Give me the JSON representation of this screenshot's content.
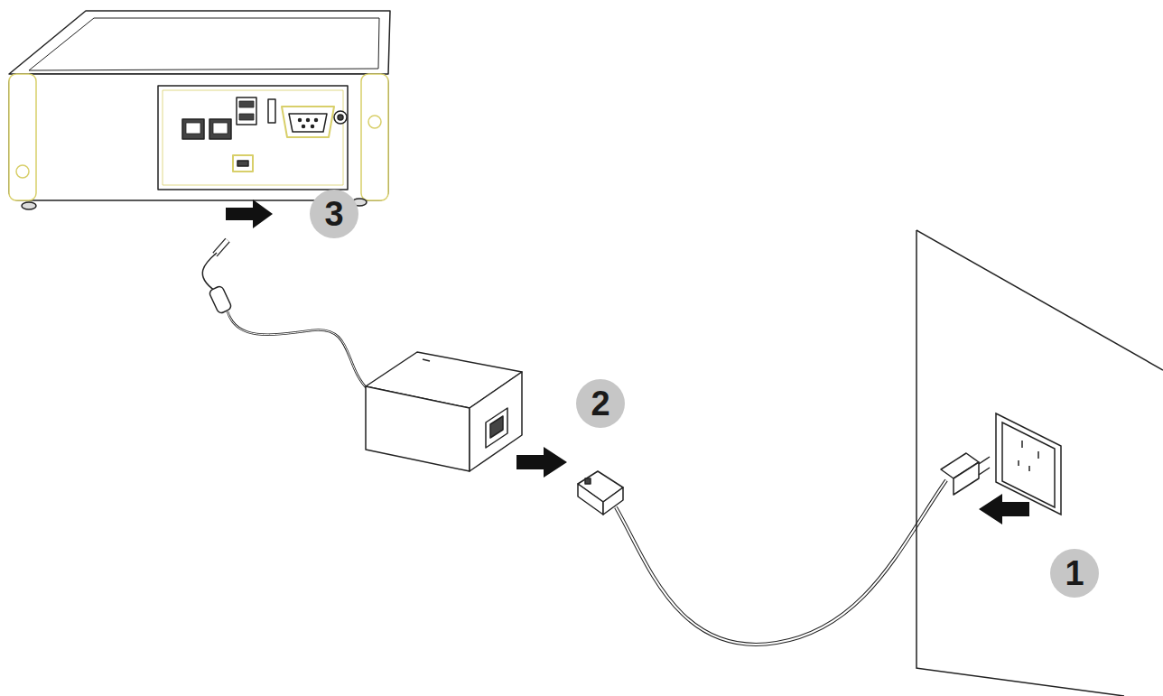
{
  "diagram": {
    "nodes": [
      {
        "text": [
          "3"
        ]
      },
      {
        "text": [
          "2"
        ]
      },
      {
        "text": [
          "1"
        ]
      }
    ]
  }
}
